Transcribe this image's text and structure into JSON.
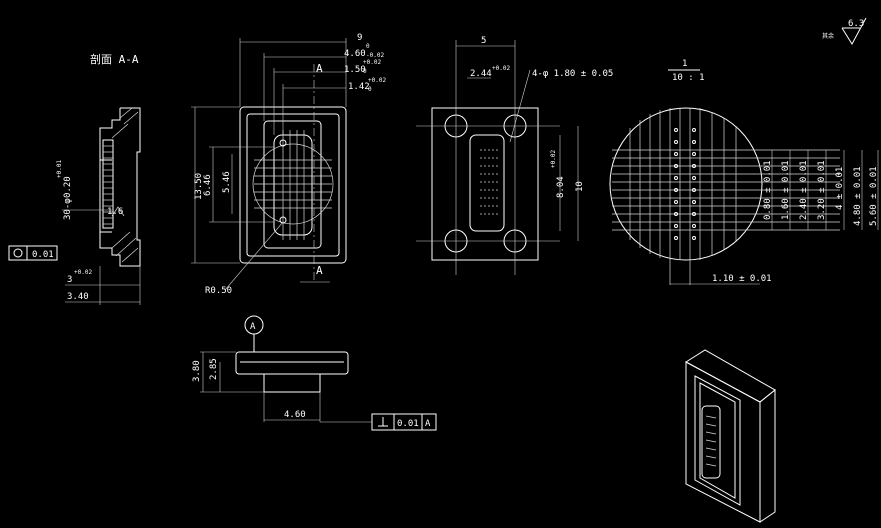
{
  "section_title": "剖面 A-A",
  "section_letter": "A",
  "surface": {
    "label": "其余",
    "value": "6.3"
  },
  "section_view": {
    "flatness_value": "0.01",
    "hole_spec": "30-φ",
    "hole_dia": "0.20",
    "hole_tol": "+0.01",
    "width_val": "3",
    "width_tol": "+0.02",
    "overall": "3.40",
    "pitch_label": "1.6"
  },
  "front_view": {
    "top_dim": "9",
    "dim_460": "4.60",
    "dim_460_tol_top": "0",
    "dim_460_tol_bot": "-0.02",
    "dim_150": "1.50",
    "dim_150_tol_top": "+0.02",
    "dim_150_tol_bot": "0",
    "dim_142": "1.42",
    "dim_142_tol_top": "+0.02",
    "dim_142_tol_bot": "0",
    "height": "13.50",
    "inner_646": "6.46",
    "inner_546": "5.46",
    "radius": "R0.50"
  },
  "right_view": {
    "top_dim": "5",
    "dim_244": "2.44",
    "dim_244_tol": "+0.02",
    "holes_spec": "4-φ 1.80 ± 0.05",
    "h_804": "8.04",
    "h_804_tol": "+0.02",
    "h_10": "10"
  },
  "detail_view": {
    "scale_top": "1",
    "scale_bot": "10 : 1",
    "dims": [
      "0.80 ± 0.01",
      "1.60 ± 0.01",
      "2.40 ± 0.01",
      "3.20 ± 0.01",
      "4 ± 0.01",
      "4.80 ± 0.01",
      "5.60 ± 0.01"
    ],
    "bottom_dim": "1.10 ± 0.01"
  },
  "side_view": {
    "datum": "A",
    "h_380": "3.80",
    "h_285": "2.85",
    "w_460": "4.60",
    "perp_value": "0.01",
    "perp_datum": "A"
  }
}
